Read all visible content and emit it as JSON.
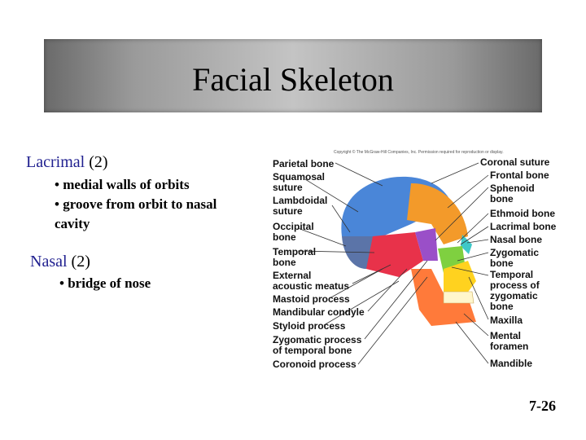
{
  "title": "Facial Skeleton",
  "sections": [
    {
      "name": "Lacrimal",
      "count": "(2)",
      "bullets": [
        "• medial walls of orbits",
        "• groove from orbit to nasal",
        "cavity"
      ]
    },
    {
      "name": "Nasal",
      "count": "(2)",
      "bullets": [
        "• bridge of nose"
      ]
    }
  ],
  "figure": {
    "copyright": "Copyright © The McGraw-Hill Companies, Inc. Permission required for reproduction or display.",
    "left_labels": [
      "Parietal bone",
      "Squamosal",
      "suture",
      "Lambdoidal",
      "suture",
      "Occipital",
      "bone",
      "Temporal",
      "bone",
      "External",
      "acoustic meatus",
      "Mastoid process",
      "Mandibular condyle",
      "Styloid process",
      "Zygomatic process",
      "of temporal bone",
      "Coronoid process"
    ],
    "right_labels": [
      "Coronal suture",
      "Frontal bone",
      "Sphenoid",
      "bone",
      "Ethmoid bone",
      "Lacrimal bone",
      "Nasal bone",
      "Zygomatic",
      "bone",
      "Temporal",
      "process of",
      "zygomatic",
      "bone",
      "Maxilla",
      "Mental",
      "foramen",
      "Mandible"
    ],
    "colors": {
      "parietal": "#4a86d8",
      "frontal": "#f39a2a",
      "occipital": "#5b74a8",
      "temporal": "#e8324a",
      "sphenoid": "#9a4fc8",
      "zygomatic": "#7fd040",
      "maxilla": "#ffd21f",
      "mandible": "#ff7a3a",
      "nasal": "#3ec8c8"
    }
  },
  "page_number": "7-26"
}
